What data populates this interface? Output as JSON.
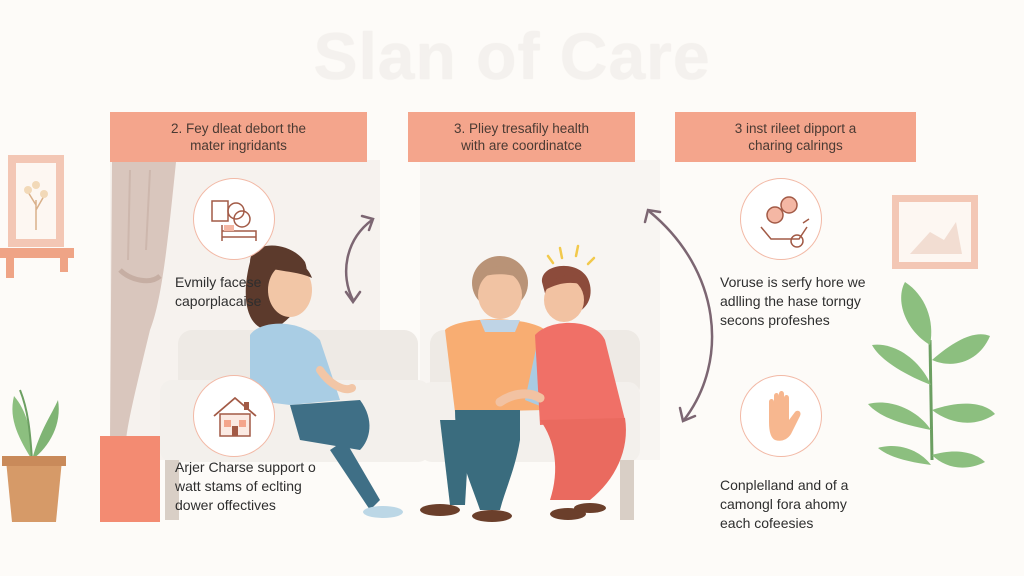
{
  "title": "Slan of Care",
  "banners": [
    {
      "line1": "2. Fey dleat debort the",
      "line2": "mater ingridants"
    },
    {
      "line1": "3. Pliey tresafily health",
      "line2": "with are coordinatce"
    },
    {
      "line1": "3 inst rileet dipport a",
      "line2": "charing calrings"
    }
  ],
  "captions": {
    "left_top": [
      "Evmily facese",
      "caporplacaise"
    ],
    "left_bottom": [
      "Arjer Charse support o",
      "watt stams of eclting",
      "dower offectives"
    ],
    "right_top": [
      "Voruse is serfy hore we",
      "adlling the hase torngy",
      "secons profeshes"
    ],
    "right_bottom": [
      "Conplelland and of a",
      "camongl fora ahomy",
      "each cofeesies"
    ]
  },
  "icons": {
    "left_top": "home-care-bed-icon",
    "left_bottom": "house-icon",
    "right_top": "coins-wheelchair-icon",
    "right_bottom": "hand-icon"
  },
  "colors": {
    "banner": "#f4a58c",
    "accent_coral": "#f07e6b",
    "arrow": "#7c6672",
    "plant": "#8cbf7f"
  }
}
